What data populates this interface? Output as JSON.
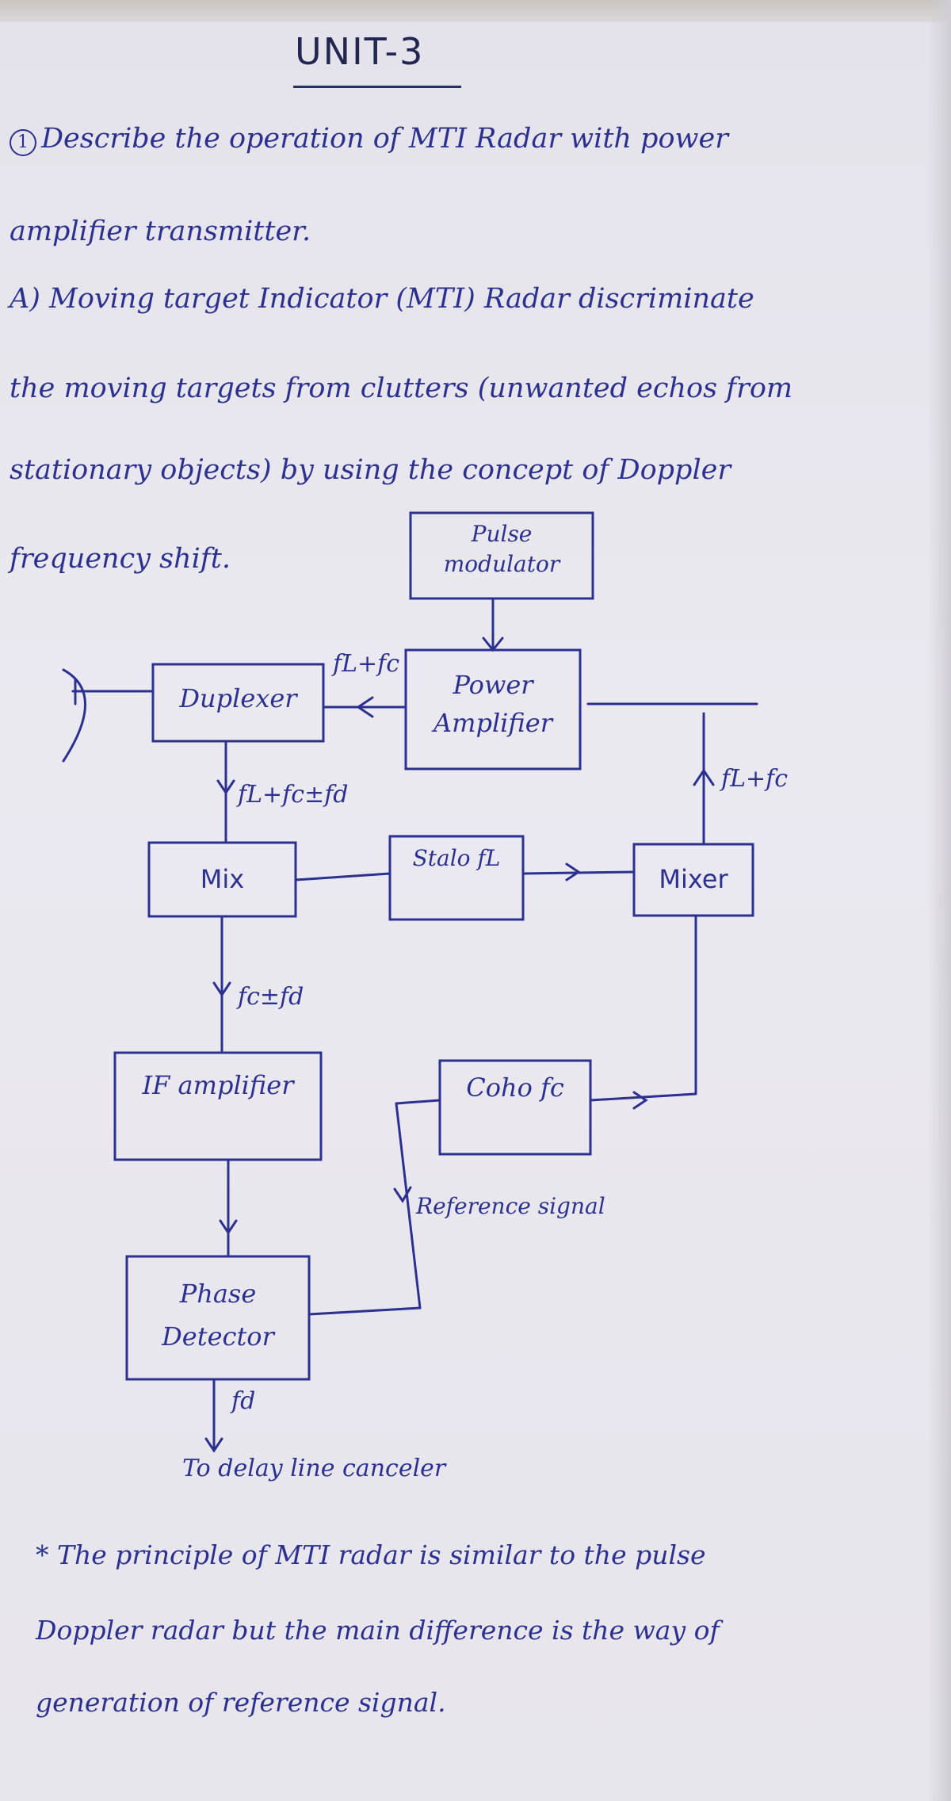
{
  "title": "UNIT-3",
  "question": {
    "number": "1",
    "lines": [
      "Describe the operation of MTI Radar with power",
      "amplifier transmitter."
    ]
  },
  "answer": {
    "lines": [
      "A) Moving target Indicator (MTI) Radar discriminate",
      "the moving targets from clutters (unwanted echos from",
      "stationary objects) by using the concept of Doppler",
      "frequency shift."
    ]
  },
  "diagram": {
    "blocks": {
      "pulse_modulator": "Pulse modulator",
      "power_amplifier": "Power Amplifier",
      "duplexer": "Duplexer",
      "mix": "Mix",
      "stalo": "Stalo fL",
      "mixer": "Mixer",
      "if_amplifier": "IF amplifier",
      "coho": "Coho fc",
      "phase_detector": "Phase Detector"
    },
    "signals": {
      "pa_to_duplexer": "fL+fc",
      "mixer_to_pa": "fL+fc",
      "duplexer_to_mix": "fL+fc±fd",
      "mix_to_if": "fc±fd",
      "reference": "Reference signal",
      "detector_out": "fd",
      "output": "To delay line canceler"
    }
  },
  "note": {
    "lines": [
      "* The principle of MTI radar is similar to the pulse",
      "Doppler radar but the main difference is the way of",
      "generation of reference signal."
    ]
  }
}
